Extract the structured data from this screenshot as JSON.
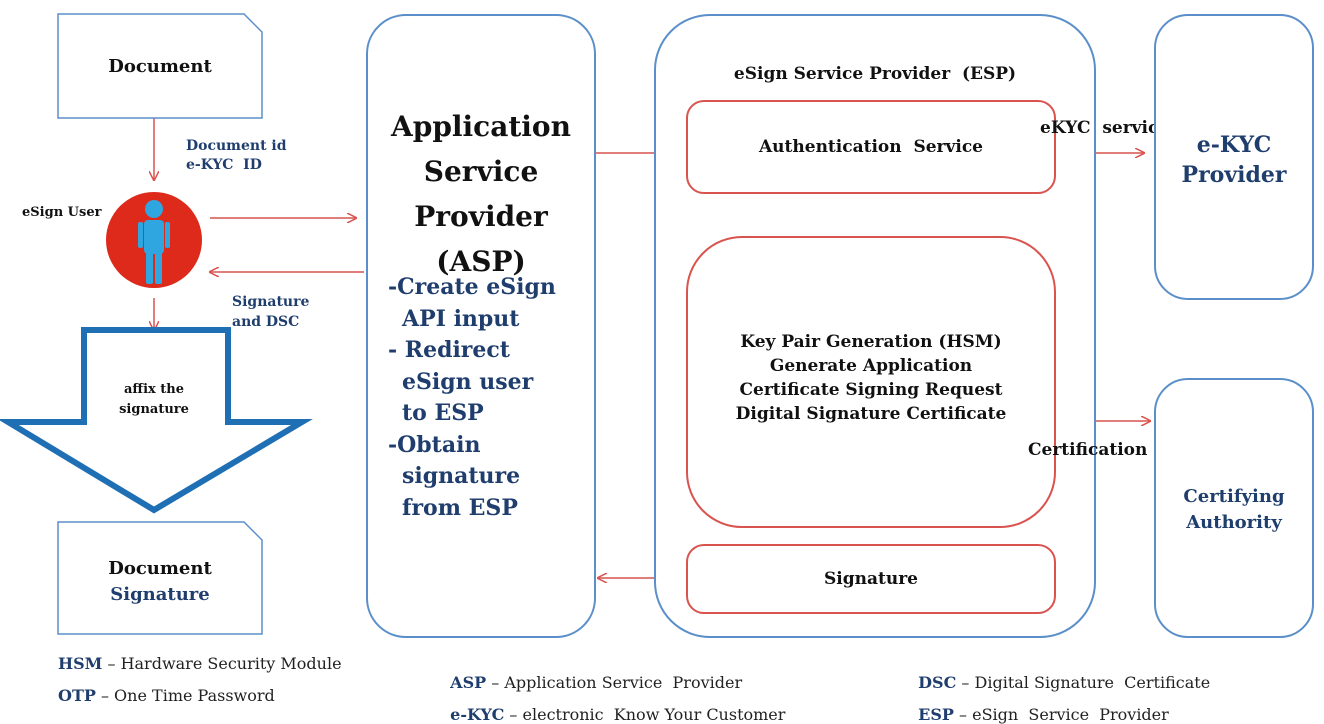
{
  "document_box": {
    "label": "Document"
  },
  "flow_labels": {
    "document_id": "Document id",
    "ekyc_id": "e-KYC  ID",
    "esign_user": "eSign User",
    "signature_and_dsc_1": "Signature",
    "signature_and_dsc_2": "and DSC",
    "affix_1": "affix the",
    "affix_2": "signature"
  },
  "document_signature_box": {
    "line1": "Document",
    "line2": "Signature"
  },
  "asp_box": {
    "title_lines": [
      "Application",
      "Service",
      "Provider",
      "(ASP)"
    ],
    "steps": [
      "-Create eSign",
      "API input",
      "- Redirect",
      "eSign user",
      "to ESP",
      "-Obtain",
      "signature",
      "from ESP"
    ]
  },
  "esp_box": {
    "title": "eSign Service Provider  (ESP)",
    "auth_service": "Authentication  Service",
    "key_pair_lines": [
      "Key Pair Generation (HSM)",
      "Generate Application",
      "Certificate Signing Request",
      "Digital Signature Certificate"
    ],
    "signature": "Signature"
  },
  "ekyc_service_label": "eKYC  service",
  "certification_label": "Certification",
  "ekyc_provider_box": {
    "line1": "e-KYC",
    "line2": "Provider"
  },
  "ca_box": {
    "line1": "Certifying",
    "line2": "Authority"
  },
  "legend": [
    {
      "abbr": "HSM",
      "text": "Hardware Security Module"
    },
    {
      "abbr": "OTP",
      "text": "One Time Password"
    },
    {
      "abbr": "ASP",
      "text": "Application Service  Provider"
    },
    {
      "abbr": "e-KYC",
      "text": "electronic  Know Your Customer"
    },
    {
      "abbr": "DSC",
      "text": "Digital Signature  Certificate"
    },
    {
      "abbr": "ESP",
      "text": "eSign  Service  Provider"
    }
  ],
  "colors": {
    "arrow": "#d9534f",
    "box_border": "#5b8fc9",
    "big_arrow": "#1f6fb5",
    "user_circle": "#dd2a1b",
    "user_figure": "#2fa6df",
    "text_blue": "#1f3e6e"
  }
}
